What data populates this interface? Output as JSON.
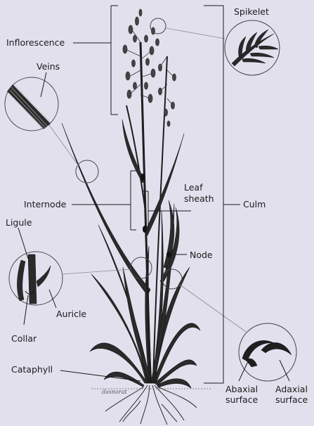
{
  "labels": {
    "inflorescence": "Inflorescence",
    "spikelet": "Spikelet",
    "veins": "Veins",
    "leaf_sheath_line1": "Leaf",
    "leaf_sheath_line2": "sheath",
    "internode": "Internode",
    "culm": "Culm",
    "ligule": "Ligule",
    "node": "Node",
    "auricle": "Auricle",
    "collar": "Collar",
    "cataphyll": "Cataphyll",
    "abaxial_line1": "Abaxial",
    "abaxial_line2": "surface",
    "adaxial_line1": "Adaxial",
    "adaxial_line2": "surface"
  },
  "signature": "dasnorat",
  "colors": {
    "background": "#e3e0ee",
    "ink": "#1a1a1a",
    "leader_gray": "#8a8a8a"
  }
}
